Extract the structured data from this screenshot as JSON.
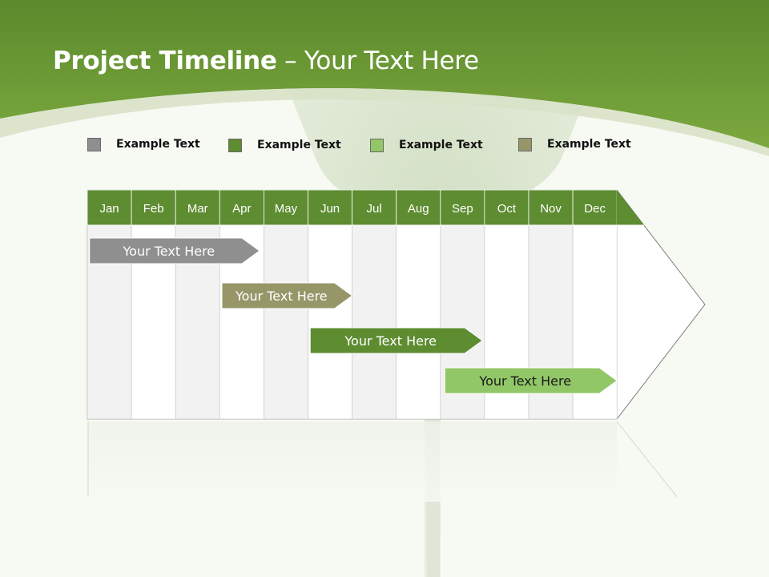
{
  "slide": {
    "title_bold": "Project Timeline",
    "title_rest": " – Your Text Here"
  },
  "colors": {
    "header_green": "#6e9a34",
    "month_header": "#5e8c31",
    "gray": "#8f8f8f",
    "dark_green": "#5e8c31",
    "light_green": "#92c767",
    "olive": "#969669"
  },
  "legend": [
    {
      "label": "Example Text",
      "color": "#8f8f8f"
    },
    {
      "label": "Example Text",
      "color": "#5e8c31"
    },
    {
      "label": "Example Text",
      "color": "#92c767"
    },
    {
      "label": "Example Text",
      "color": "#969669"
    }
  ],
  "timeline": {
    "months": [
      "Jan",
      "Feb",
      "Mar",
      "Apr",
      "May",
      "Jun",
      "Jul",
      "Aug",
      "Sep",
      "Oct",
      "Nov",
      "Dec"
    ],
    "tasks": [
      {
        "label": "Your  Text Here",
        "start": 0.05,
        "end": 3.9,
        "color": "#8f8f8f",
        "text_color": "#ffffff"
      },
      {
        "label": "Your  Text Here",
        "start": 3.05,
        "end": 6.0,
        "color": "#969669",
        "text_color": "#ffffff"
      },
      {
        "label": "Your  Text Here",
        "start": 5.05,
        "end": 8.95,
        "color": "#5e8c31",
        "text_color": "#ffffff"
      },
      {
        "label": "Your  Text Here",
        "start": 8.1,
        "end": 12.0,
        "color": "#92c767",
        "text_color": "#1a1a1a"
      }
    ]
  }
}
